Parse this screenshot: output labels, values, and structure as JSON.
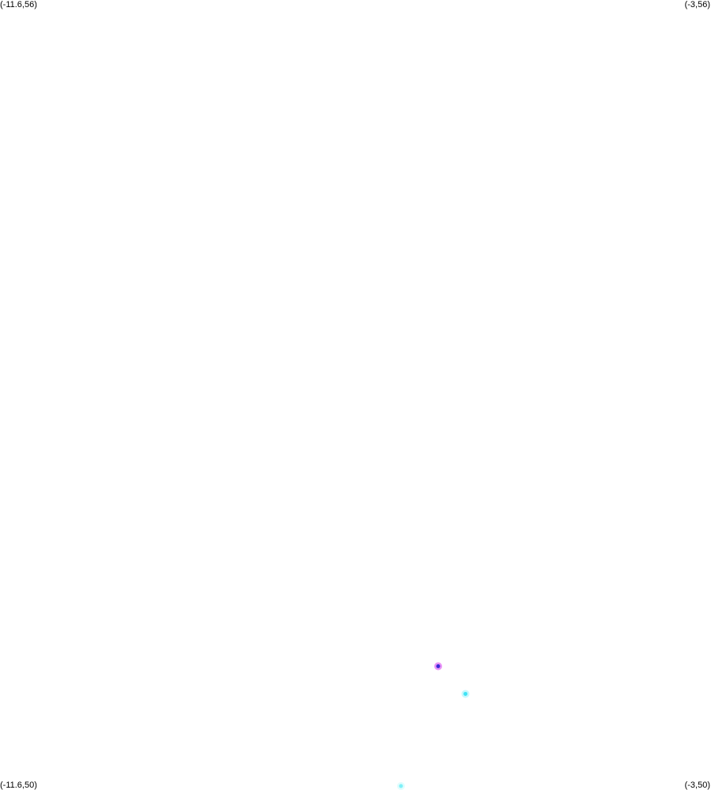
{
  "corners": {
    "top_left": "(-11.6,56)",
    "top_right": "(-3,56)",
    "bottom_left": "(-11.6,50)",
    "bottom_right": "(-3,50)"
  },
  "bounds": {
    "lon_min": -11.6,
    "lon_max": -3,
    "lat_min": 50,
    "lat_max": 56
  },
  "points": [
    {
      "lon": -6.3,
      "lat": 50.94,
      "color": "#3a2bd8",
      "halo": "#d93cf0"
    },
    {
      "lon": -5.97,
      "lat": 50.73,
      "color": "#3fe3f5",
      "halo": "#9af3fb"
    },
    {
      "lon": -6.75,
      "lat": 50.03,
      "color": "#7ff0f8",
      "halo": "#c8fbfd"
    }
  ]
}
